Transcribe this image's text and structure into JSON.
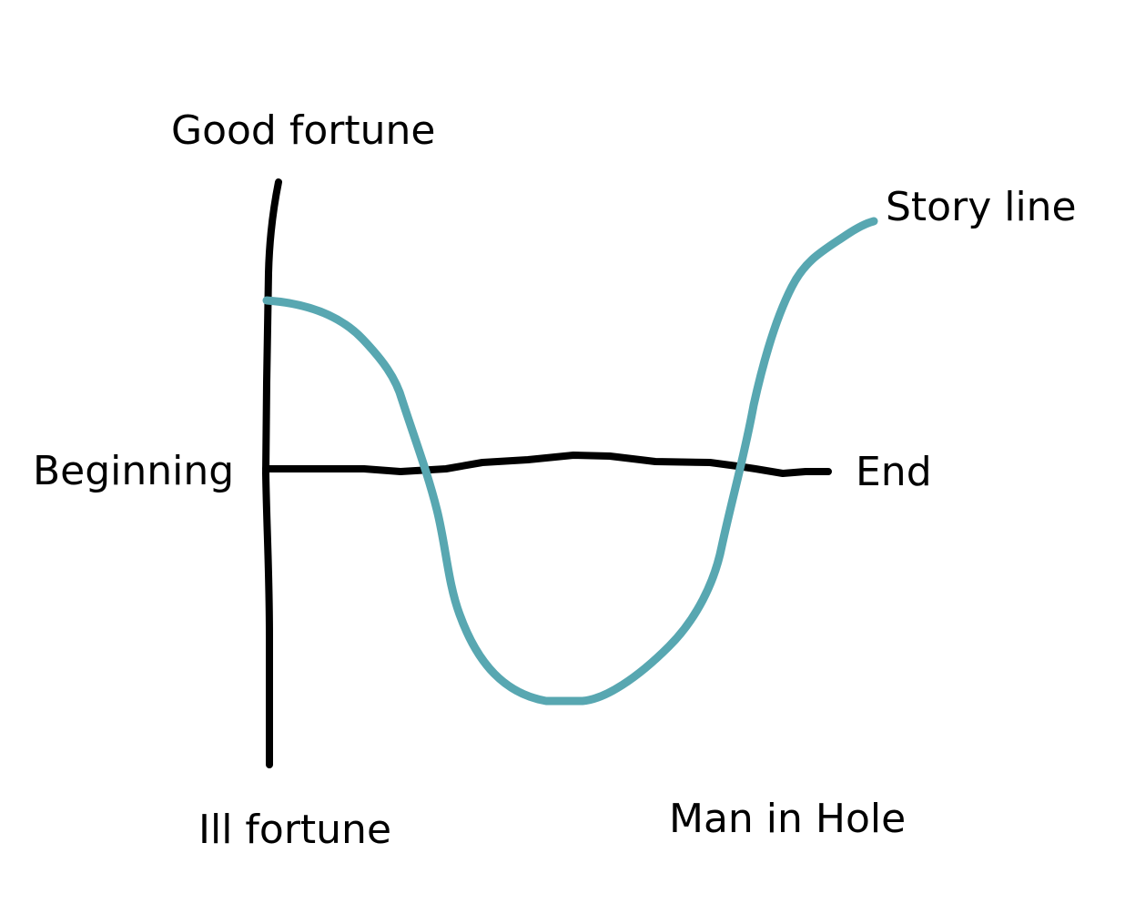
{
  "labels": {
    "y_top": "Good fortune",
    "y_bottom": "Ill fortune",
    "x_start": "Beginning",
    "x_end": "End",
    "curve": "Story line",
    "caption": "Man in Hole"
  },
  "colors": {
    "axis": "#000000",
    "story_line": "#58a7b1",
    "background": "#ffffff"
  }
}
